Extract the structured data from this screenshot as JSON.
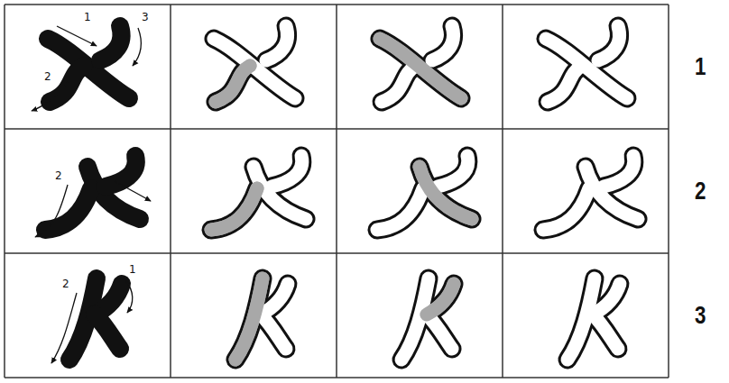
{
  "diagram": {
    "labels": [
      "1",
      "2",
      "3",
      "2",
      "1",
      "2",
      "1",
      "1",
      "2",
      "3"
    ]
  }
}
